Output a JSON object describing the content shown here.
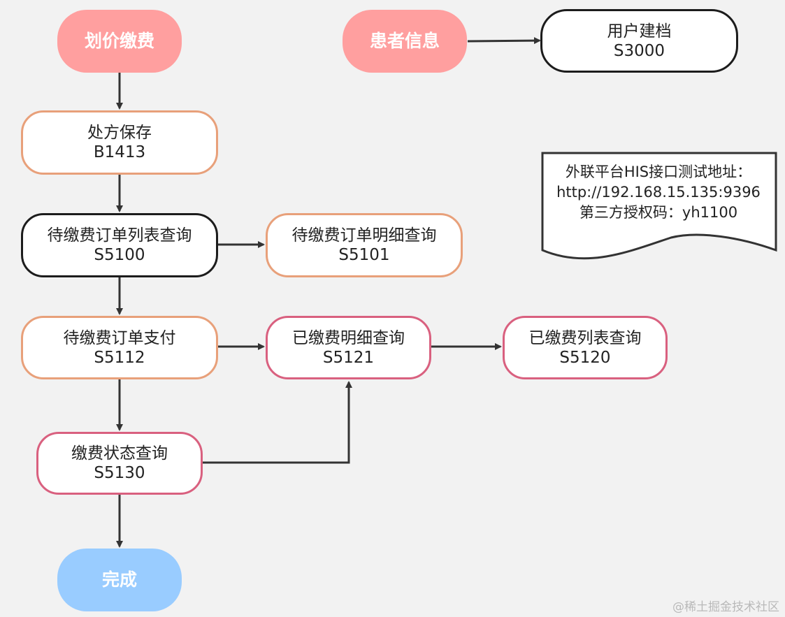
{
  "nodes": {
    "pricing": {
      "label": "划价缴费",
      "color": "#ff9f9f"
    },
    "patient_info": {
      "label": "患者信息",
      "color": "#ff9f9f"
    },
    "user_profile": {
      "title": "用户建档",
      "code": "S3000"
    },
    "prescription_save": {
      "title": "处方保存",
      "code": "B1413"
    },
    "pending_list": {
      "title": "待缴费订单列表查询",
      "code": "S5100"
    },
    "pending_detail": {
      "title": "待缴费订单明细查询",
      "code": "S5101"
    },
    "pending_pay": {
      "title": "待缴费订单支付",
      "code": "S5112"
    },
    "paid_detail": {
      "title": "已缴费明细查询",
      "code": "S5121"
    },
    "paid_list": {
      "title": "已缴费列表查询",
      "code": "S5120"
    },
    "payment_status": {
      "title": "缴费状态查询",
      "code": "S5130"
    },
    "done": {
      "label": "完成",
      "color": "#99ccff"
    }
  },
  "note": {
    "line1": "外联平台HIS接口测试地址：",
    "line2": "http://192.168.15.135:9396",
    "line3": "第三方授权码：yh1100"
  },
  "watermark": "@稀土掘金技术社区",
  "colors": {
    "background": "#f2f2f2",
    "arrow": "#333333",
    "orange_border": "#e8a07a",
    "pink_border": "#d9607f",
    "black_border": "#1c1c1c"
  }
}
